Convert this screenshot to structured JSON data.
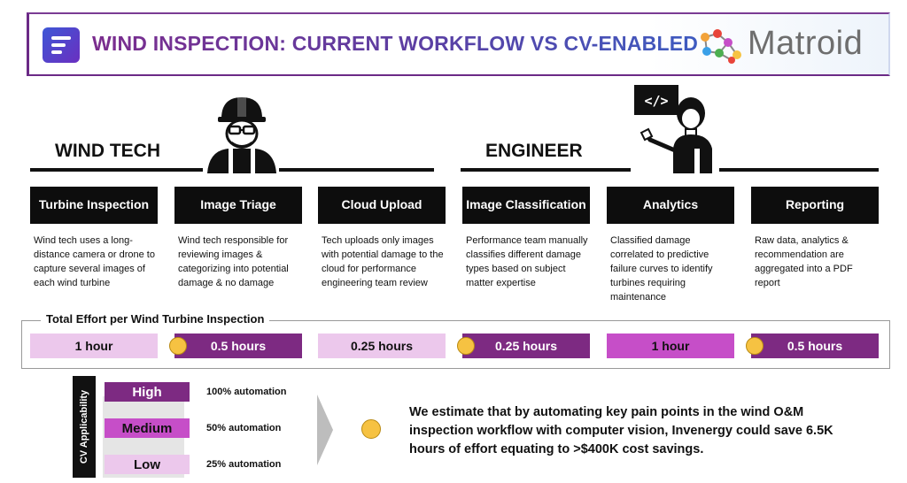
{
  "header": {
    "title": "WIND INSPECTION: CURRENT WORKFLOW VS CV-ENABLED",
    "logo_text": "Matroid"
  },
  "roles": {
    "left": "WIND TECH",
    "right": "ENGINEER"
  },
  "steps": [
    {
      "label": "Turbine Inspection",
      "desc": "Wind tech uses a long-distance camera or drone to capture several images of each wind turbine"
    },
    {
      "label": "Image Triage",
      "desc": "Wind tech responsible for reviewing images & categorizing into potential damage & no damage"
    },
    {
      "label": "Cloud Upload",
      "desc": "Tech uploads only images with potential damage to the cloud for performance engineering team review"
    },
    {
      "label": "Image Classification",
      "desc": "Performance team manually classifies different damage types based on subject matter expertise"
    },
    {
      "label": "Analytics",
      "desc": "Classified damage correlated to predictive failure curves to identify turbines requiring maintenance"
    },
    {
      "label": "Reporting",
      "desc": "Raw data, analytics & recommendation are aggregated into a PDF report"
    }
  ],
  "effort": {
    "title": "Total Effort per Wind Turbine Inspection",
    "items": [
      {
        "value": "1 hour",
        "level": "Low"
      },
      {
        "value": "0.5 hours",
        "level": "High"
      },
      {
        "value": "0.25 hours",
        "level": "Low"
      },
      {
        "value": "0.25 hours",
        "level": "High"
      },
      {
        "value": "1 hour",
        "level": "Medium"
      },
      {
        "value": "0.5 hours",
        "level": "High"
      }
    ]
  },
  "legend": {
    "axis_label": "CV Applicability",
    "levels": [
      {
        "name": "High",
        "automation": "100% automation"
      },
      {
        "name": "Medium",
        "automation": "50% automation"
      },
      {
        "name": "Low",
        "automation": "25% automation"
      }
    ]
  },
  "summary": "We estimate that by automating key pain points in the wind O&M inspection workflow with computer vision, Invenergy could save 6.5K hours of effort equating to >$400K cost savings.",
  "colors": {
    "high": "#7d2a82",
    "medium": "#c64ec8",
    "low": "#ecc8ec",
    "dot": "#f6c242",
    "header_purple": "#7b2d8e"
  },
  "icons": [
    "menu-lines-icon",
    "molecule-logo-icon",
    "hardhat-worker-icon",
    "engineer-presenter-icon",
    "code-board-icon",
    "dot-marker-icon",
    "chevron-right-icon"
  ]
}
